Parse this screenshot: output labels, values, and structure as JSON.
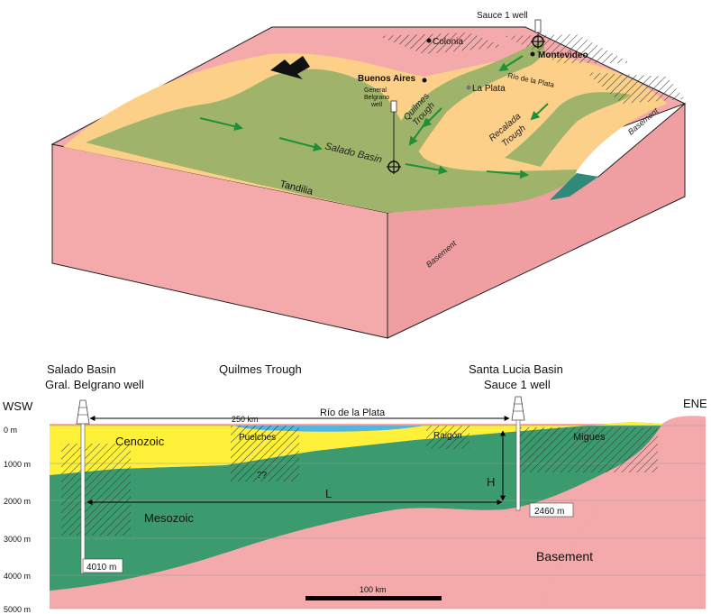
{
  "block_diagram": {
    "well_top": "Sauce 1 well",
    "colonia": "Colonia",
    "montevideo": "Montevideo",
    "buenos_aires": "Buenos Aires",
    "la_plata": "La Plata",
    "rio_de_la_plata": "Río de la Plata",
    "general_well_1": "General",
    "general_well_2": "Belgrano",
    "general_well_3": "well",
    "quilmes_1": "Quilmes",
    "quilmes_2": "Trough",
    "recalada_1": "Recalada",
    "recalada_2": "Trough",
    "salado_basin": "Salado Basin",
    "tandilia": "Tandilia",
    "basement_right": "Basement",
    "basement_front": "Basement",
    "north_symbol": "N"
  },
  "cross_section": {
    "salado_title": "Salado Basin",
    "salado_well": "Gral. Belgrano well",
    "quilmes_title": "Quilmes Trough",
    "santa_lucia_title": "Santa Lucia Basin",
    "santa_lucia_well": "Sauce 1 well",
    "wsw": "WSW",
    "ene": "ENE",
    "distance": "250 km",
    "rio": "Río de la Plata",
    "depths": [
      "0 m",
      "1000 m",
      "2000 m",
      "3000 m",
      "4000 m",
      "5000 m"
    ],
    "cenozoic": "Cenozoic",
    "puelches": "Puelches",
    "raigon": "Raigón",
    "migues": "Migues",
    "question": "??",
    "mesozoic": "Mesozoic",
    "basement": "Basement",
    "L": "L",
    "H": "H",
    "well_depth_left": "4010 m",
    "well_depth_right": "2460 m",
    "scale": "100 km"
  },
  "colors": {
    "basement": "#f4a9ab",
    "basement_dark": "#ef9fa1",
    "mesozoic": "#3c9b6e",
    "cenozoic": "#fff03a",
    "sand": "#fcd089",
    "olive": "#9fb46a",
    "water": "#4fb6e6",
    "teal": "#2f8a7b",
    "arrow": "#1f8f3a"
  }
}
